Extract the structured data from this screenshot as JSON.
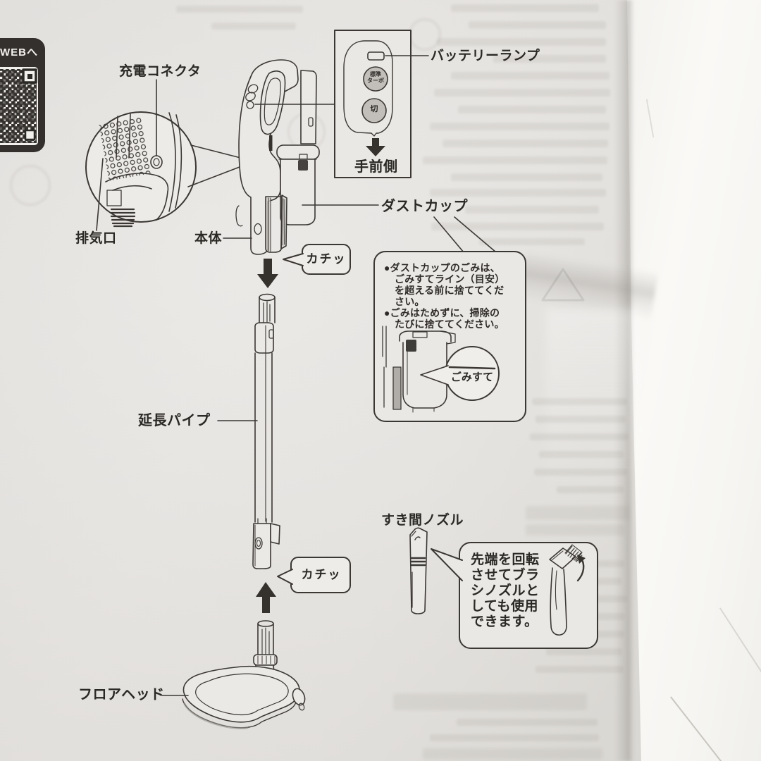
{
  "web_tab": {
    "label": "WEBへ"
  },
  "labels": {
    "charge_connector": "充電コネクタ",
    "battery_lamp": "バッテリーランプ",
    "exhaust_port": "排気口",
    "main_body": "本体",
    "dust_cup": "ダストカップ",
    "extension_pipe": "延長パイプ",
    "floor_head": "フロアヘッド",
    "crevice_nozzle": "すき間ノズル",
    "front_side": "手前側"
  },
  "control_panel": {
    "mode_button_line1": "標準",
    "mode_button_line2": "ターボ",
    "off_button": "切"
  },
  "callouts": {
    "click": "カチッ",
    "dust_line_label": "ごみすて"
  },
  "dust_cup_note": {
    "line1": "●ダストカップのごみは、",
    "line2_bold": "ごみすて",
    "line2_rest": "ライン（目安）",
    "line3": "を超える前に捨ててくだ",
    "line4": "さい。",
    "line5": "●ごみはためずに、掃除の",
    "line6": "たびに捨ててください。"
  },
  "nozzle_note": {
    "line1": "先端を回転",
    "line2": "させてブラ",
    "line3": "シノズルと",
    "line4": "しても使用",
    "line5": "できます。"
  },
  "colors": {
    "ink": "#35322e",
    "paper": "#e9e7e4",
    "button_gray": "#c2bfba"
  }
}
